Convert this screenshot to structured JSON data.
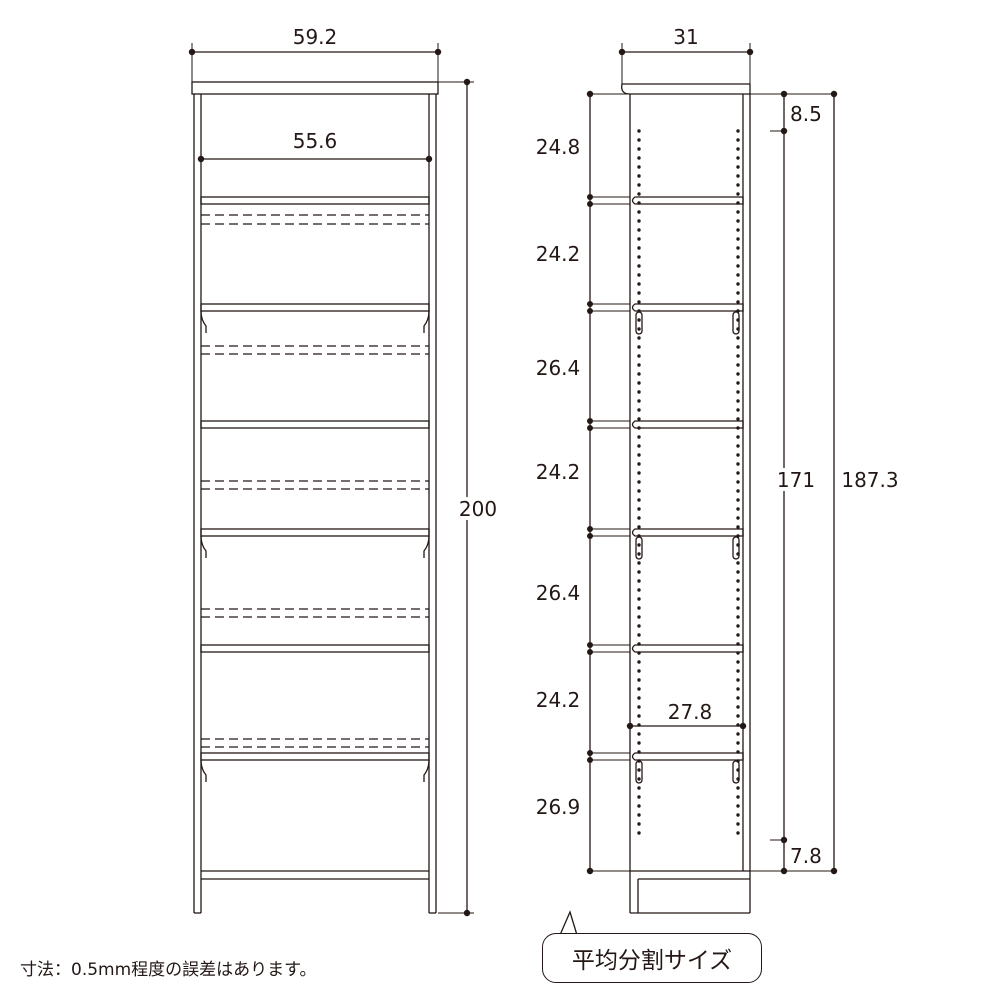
{
  "front_view": {
    "outer_width": "59.2",
    "inner_width": "55.6",
    "height": "200"
  },
  "side_view": {
    "depth": "31",
    "shelf_depth": "27.8",
    "top_gap": "8.5",
    "bottom_gap": "7.8",
    "inner_height": "171",
    "overall_height": "187.3",
    "compartments": [
      "24.8",
      "24.2",
      "26.4",
      "24.2",
      "26.4",
      "24.2",
      "26.9"
    ]
  },
  "footnote": "寸法：0.5mm程度の誤差はあります。",
  "label": "平均分割サイズ",
  "colors": {
    "line": "#231815",
    "background": "#ffffff"
  }
}
